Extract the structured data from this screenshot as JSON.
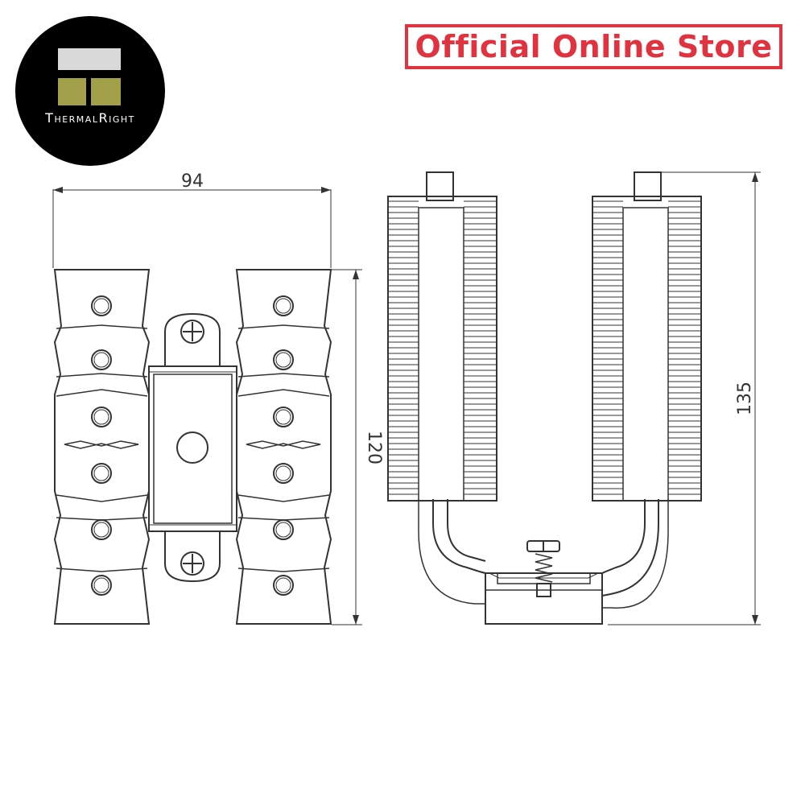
{
  "logo": {
    "name": "Thermalright",
    "icon": "thermalright-logo",
    "wordmark_big": [
      "T",
      "R"
    ],
    "wordmark_small": [
      "HERMAL",
      "IGHT"
    ]
  },
  "badge": {
    "text": "Official Online Store",
    "color": "#e0323f"
  },
  "dimensions": {
    "width": "94",
    "height": "120",
    "total_height": "135"
  },
  "colors": {
    "line": "#333333",
    "logo_bg": "#000000",
    "logo_gold": "#a2a14a",
    "logo_grey": "#d9d9d9"
  }
}
